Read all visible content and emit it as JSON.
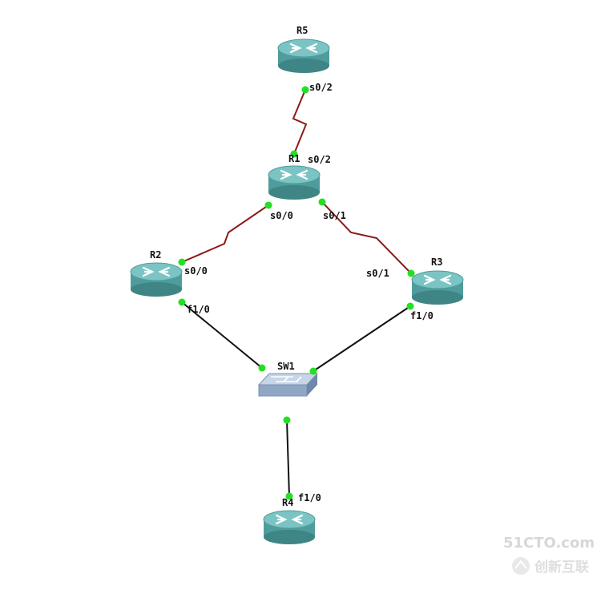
{
  "colors": {
    "serial_link": "#8b1a1a",
    "ethernet_link": "#111111",
    "port_dot": "#22e022",
    "router_body": "#4f9c9c",
    "router_top": "#7cc4c4",
    "switch_body": "#8fa6c4",
    "switch_top": "#c7d5e8"
  },
  "nodes": {
    "r5": {
      "label": "R5",
      "type": "router"
    },
    "r1": {
      "label": "R1",
      "type": "router"
    },
    "r2": {
      "label": "R2",
      "type": "router"
    },
    "r3": {
      "label": "R3",
      "type": "router"
    },
    "sw1": {
      "label": "SW1",
      "type": "switch"
    },
    "r4": {
      "label": "R4",
      "type": "router"
    }
  },
  "interfaces": {
    "r5_s0_2": "s0/2",
    "r1_s0_2": "s0/2",
    "r1_s0_0": "s0/0",
    "r1_s0_1": "s0/1",
    "r2_s0_0": "s0/0",
    "r3_s0_1": "s0/1",
    "r2_f1_0": "f1/0",
    "r3_f1_0": "f1/0",
    "r4_f1_0": "f1/0"
  },
  "links": [
    {
      "from": "R5",
      "to": "R1",
      "type": "serial"
    },
    {
      "from": "R1",
      "to": "R2",
      "type": "serial"
    },
    {
      "from": "R1",
      "to": "R3",
      "type": "serial"
    },
    {
      "from": "R2",
      "to": "SW1",
      "type": "ethernet"
    },
    {
      "from": "R3",
      "to": "SW1",
      "type": "ethernet"
    },
    {
      "from": "SW1",
      "to": "R4",
      "type": "ethernet"
    }
  ],
  "watermark": {
    "site": "51CTO.com",
    "brand": "创新互联"
  }
}
